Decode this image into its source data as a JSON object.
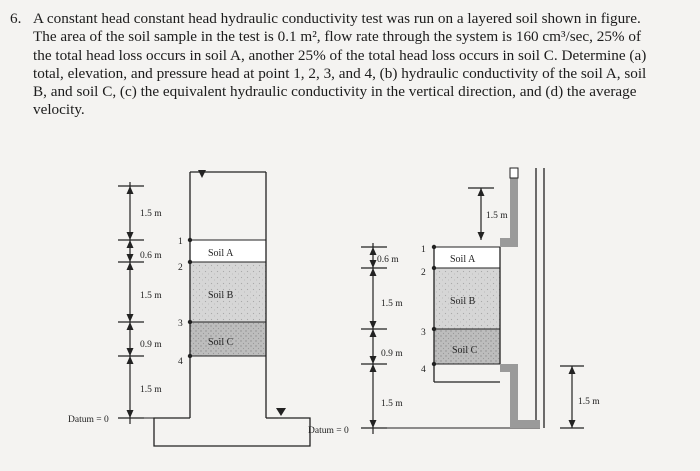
{
  "problem": {
    "number": "6.",
    "lines": [
      "A constant head constant head hydraulic conductivity test was run on a layered soil shown in figure.",
      "The area of the soil sample in the test is 0.1 m², flow rate through the system is 160 cm³/sec, 25% of",
      "the total head loss occurs in soil A, another 25% of the total head loss occurs in soil C. Determine (a)",
      "total, elevation, and pressure head at point 1, 2, 3, and 4, (b) hydraulic conductivity of the soil A, soil",
      "B, and soil C, (c) the equivalent hydraulic conductivity in the vertical direction, and (d) the average",
      "velocity."
    ]
  },
  "figure_left": {
    "dims": [
      "1.5 m",
      "0.6 m",
      "1.5 m",
      "0.9 m",
      "1.5 m"
    ],
    "soils": [
      "Soil A",
      "Soil B",
      "Soil C"
    ],
    "points": [
      "1",
      "2",
      "3",
      "4"
    ],
    "datum": "Datum = 0"
  },
  "figure_right": {
    "dims_left": [
      "0.6 m",
      "1.5 m",
      "0.9 m",
      "1.5 m"
    ],
    "dim_top": "1.5 m",
    "dim_bottom": "1.5 m",
    "soils": [
      "Soil A",
      "Soil B",
      "Soil C"
    ],
    "points": [
      "1",
      "2",
      "3",
      "4"
    ],
    "datum": "Datum = 0"
  },
  "colors": {
    "soil_a": "#ffffff",
    "soil_b": "#d8d8d8",
    "soil_c": "#c4c4c4",
    "water": "#ffffff",
    "line": "#222222"
  }
}
